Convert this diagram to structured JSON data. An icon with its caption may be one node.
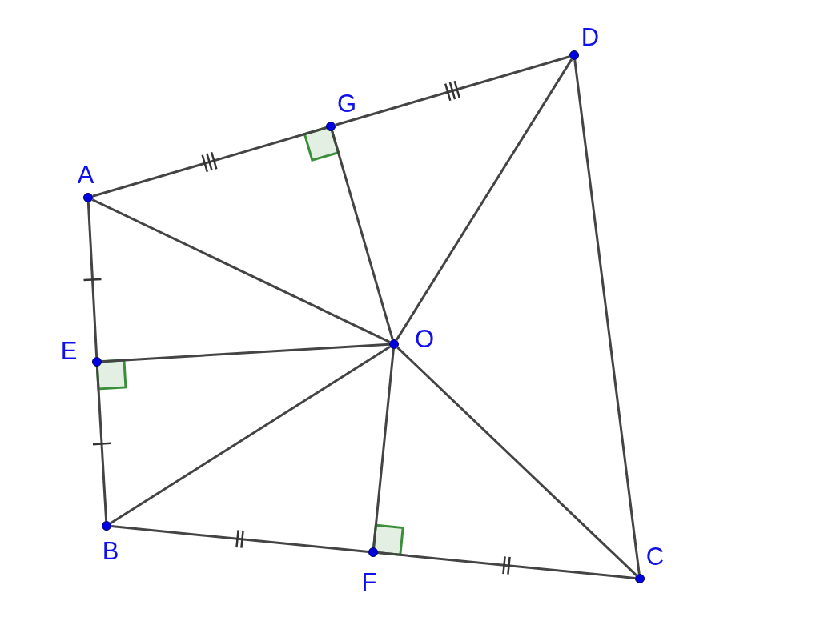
{
  "diagram": {
    "nodes": [
      {
        "text": [
          "D"
        ]
      },
      {
        "text": [
          "G"
        ]
      },
      {
        "text": [
          "A"
        ]
      },
      {
        "text": [
          "O"
        ]
      },
      {
        "text": [
          "E"
        ]
      },
      {
        "text": [
          "B"
        ]
      },
      {
        "text": [
          "F"
        ]
      },
      {
        "text": [
          "C"
        ]
      }
    ],
    "edges": [
      {
        "from": 2,
        "to": 1,
        "arrow": "none"
      },
      {
        "from": 1,
        "to": 0,
        "arrow": "none"
      },
      {
        "from": 0,
        "to": 7,
        "arrow": "none"
      },
      {
        "from": 7,
        "to": 6,
        "arrow": "none"
      },
      {
        "from": 6,
        "to": 5,
        "arrow": "none"
      },
      {
        "from": 5,
        "to": 4,
        "arrow": "none"
      },
      {
        "from": 4,
        "to": 2,
        "arrow": "none"
      },
      {
        "from": 3,
        "to": 2,
        "arrow": "none"
      },
      {
        "from": 3,
        "to": 1,
        "arrow": "none"
      },
      {
        "from": 3,
        "to": 0,
        "arrow": "none"
      },
      {
        "from": 3,
        "to": 4,
        "arrow": "none"
      },
      {
        "from": 3,
        "to": 5,
        "arrow": "none"
      },
      {
        "from": 3,
        "to": 6,
        "arrow": "none"
      },
      {
        "from": 3,
        "to": 7,
        "arrow": "none"
      }
    ]
  }
}
